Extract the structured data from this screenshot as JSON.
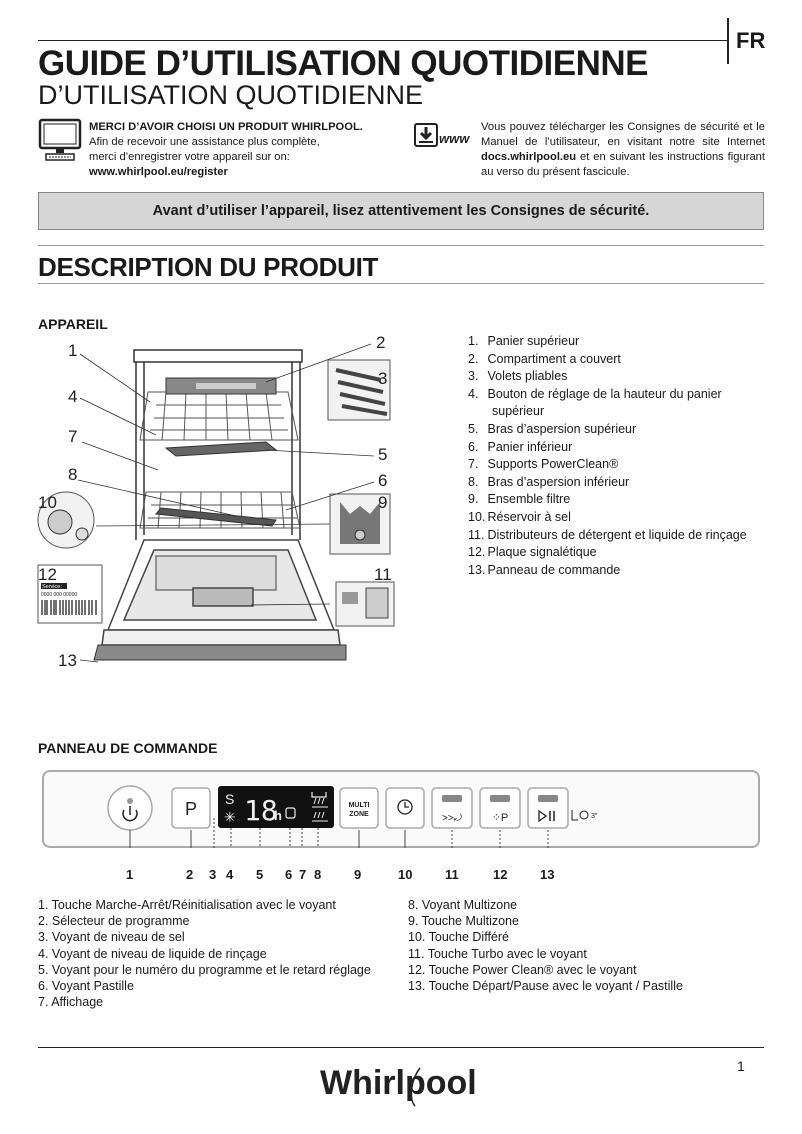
{
  "header": {
    "language": "FR",
    "title": "GUIDE D’UTILISATION QUOTIDIENNE",
    "subtitle": "D’UTILISATION QUOTIDIENNE"
  },
  "intro_left": {
    "heading": "MERCI D’AVOIR CHOISI UN PRODUIT WHIRLPOOL.",
    "line1": "Afin de recevoir une assistance plus complète,",
    "line2": "merci d’enregistrer votre appareil sur on:",
    "url": "www.whirlpool.eu/register"
  },
  "intro_right": {
    "text1": "Vous pouvez télécharger les Consignes de sécurité et le Manuel de l’utilisateur, en visitant notre site Internet",
    "url": "docs.whirlpool.eu",
    "text2": "et en suivant les instructions figurant au verso du présent fascicule.",
    "icon_label": "www"
  },
  "warning": "Avant d’utiliser l’appareil, lisez attentivement les Consignes de sécurité.",
  "section_title": "DESCRIPTION DU PRODUIT",
  "appliance": {
    "heading": "APPAREIL",
    "callouts": [
      "1",
      "2",
      "3",
      "4",
      "5",
      "6",
      "7",
      "8",
      "9",
      "10",
      "11",
      "12",
      "13"
    ],
    "service_label": "Service:",
    "service_number": "0000 000 00000",
    "parts": [
      {
        "n": "1.",
        "label": "Panier supérieur"
      },
      {
        "n": "2.",
        "label": "Compartiment a couvert"
      },
      {
        "n": "3.",
        "label": "Volets pliables"
      },
      {
        "n": "4.",
        "label": "Bouton de réglage de la hauteur du panier"
      },
      {
        "n": "",
        "label": "supérieur"
      },
      {
        "n": "5.",
        "label": "Bras d’aspersion supérieur"
      },
      {
        "n": "6.",
        "label": "Panier inférieur"
      },
      {
        "n": "7.",
        "label": "Supports PowerClean®"
      },
      {
        "n": "8.",
        "label": "Bras d’aspersion inférieur"
      },
      {
        "n": "9.",
        "label": "Ensemble filtre"
      },
      {
        "n": "10.",
        "label": "Réservoir à sel"
      },
      {
        "n": "11.",
        "label": "Distributeurs de détergent et liquide de rinçage"
      },
      {
        "n": "12.",
        "label": "Plaque signalétique"
      },
      {
        "n": "13.",
        "label": "Panneau de commande"
      }
    ]
  },
  "control_panel": {
    "heading": "PANNEAU DE COMMANDE",
    "p_label": "P",
    "display_digits": "18",
    "display_h": "h",
    "display_s": "S",
    "multizone_line1": "MULTI",
    "multizone_line2": "ZONE",
    "delay_suffix": "3\"",
    "numbers": [
      "1",
      "2",
      "3",
      "4",
      "5",
      "6",
      "7",
      "8",
      "9",
      "10",
      "11",
      "12",
      "13"
    ],
    "legend_left": [
      "1. Touche Marche-Arrêt/Réinitialisation avec le voyant",
      "2. Sélecteur de programme",
      "3. Voyant de niveau de sel",
      "4. Voyant de niveau de liquide de rinçage",
      "5. Voyant pour le numéro du programme et le retard réglage",
      "6. Voyant Pastille",
      "7. Affichage"
    ],
    "legend_right": [
      "8. Voyant Multizone",
      "9. Touche Multizone",
      "10. Touche Différé",
      "11. Touche Turbo avec le voyant",
      "12. Touche Power Clean® avec le voyant",
      "13. Touche Départ/Pause avec le voyant / Pastille"
    ]
  },
  "footer": {
    "page_number": "1",
    "brand": "Whirlpool"
  }
}
